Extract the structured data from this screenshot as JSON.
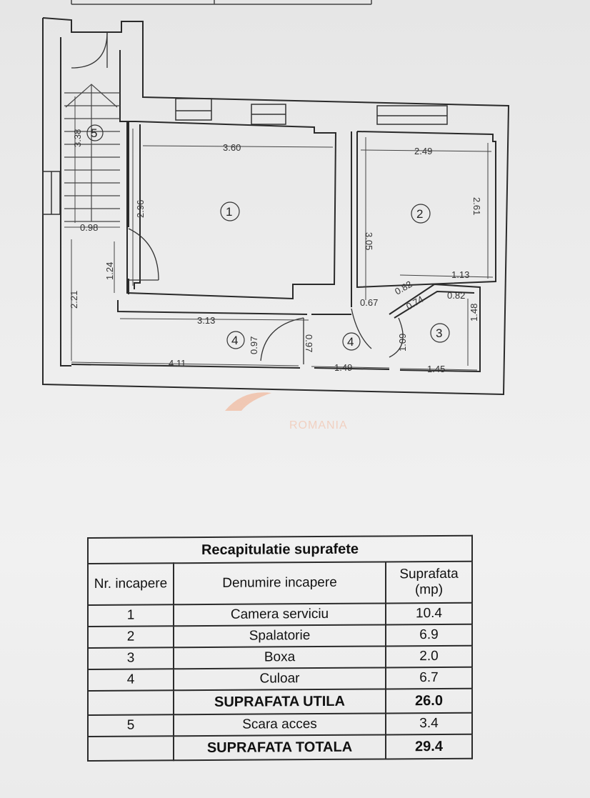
{
  "plan": {
    "rooms": [
      {
        "number": "1"
      },
      {
        "number": "2"
      },
      {
        "number": "3"
      },
      {
        "number": "4"
      },
      {
        "number": "4"
      },
      {
        "number": "5"
      }
    ],
    "dimensions": {
      "d_360": "3.60",
      "d_249": "2.49",
      "d_296": "2.96",
      "d_305": "3.05",
      "d_261": "2.61",
      "d_338": "3.38",
      "d_098": "0.98",
      "d_124": "1.24",
      "d_221": "2.21",
      "d_313": "3.13",
      "d_067": "0.67",
      "d_082a": "0.82",
      "d_113": "1.13",
      "d_074": "0.74",
      "d_082b": "0.82",
      "d_148": "1.48",
      "d_097a": "0.97",
      "d_097b": "0.97",
      "d_109": "1.09",
      "d_411": "4.11",
      "d_149": "1.49",
      "d_145": "1.45"
    },
    "watermark": "ROMANIA"
  },
  "table": {
    "title": "Recapitulatie suprafete",
    "col_nr": "Nr. incapere",
    "col_name": "Denumire incapere",
    "col_area": "Suprafata (mp)",
    "rows": [
      {
        "nr": "1",
        "name": "Camera serviciu",
        "area": "10.4"
      },
      {
        "nr": "2",
        "name": "Spalatorie",
        "area": "6.9"
      },
      {
        "nr": "3",
        "name": "Boxa",
        "area": "2.0"
      },
      {
        "nr": "4",
        "name": "Culoar",
        "area": "6.7"
      }
    ],
    "useful_label": "SUPRAFATA UTILA",
    "useful_value": "26.0",
    "stair": {
      "nr": "5",
      "name": "Scara acces",
      "area": "3.4"
    },
    "total_label": "SUPRAFATA TOTALA",
    "total_value": "29.4"
  }
}
